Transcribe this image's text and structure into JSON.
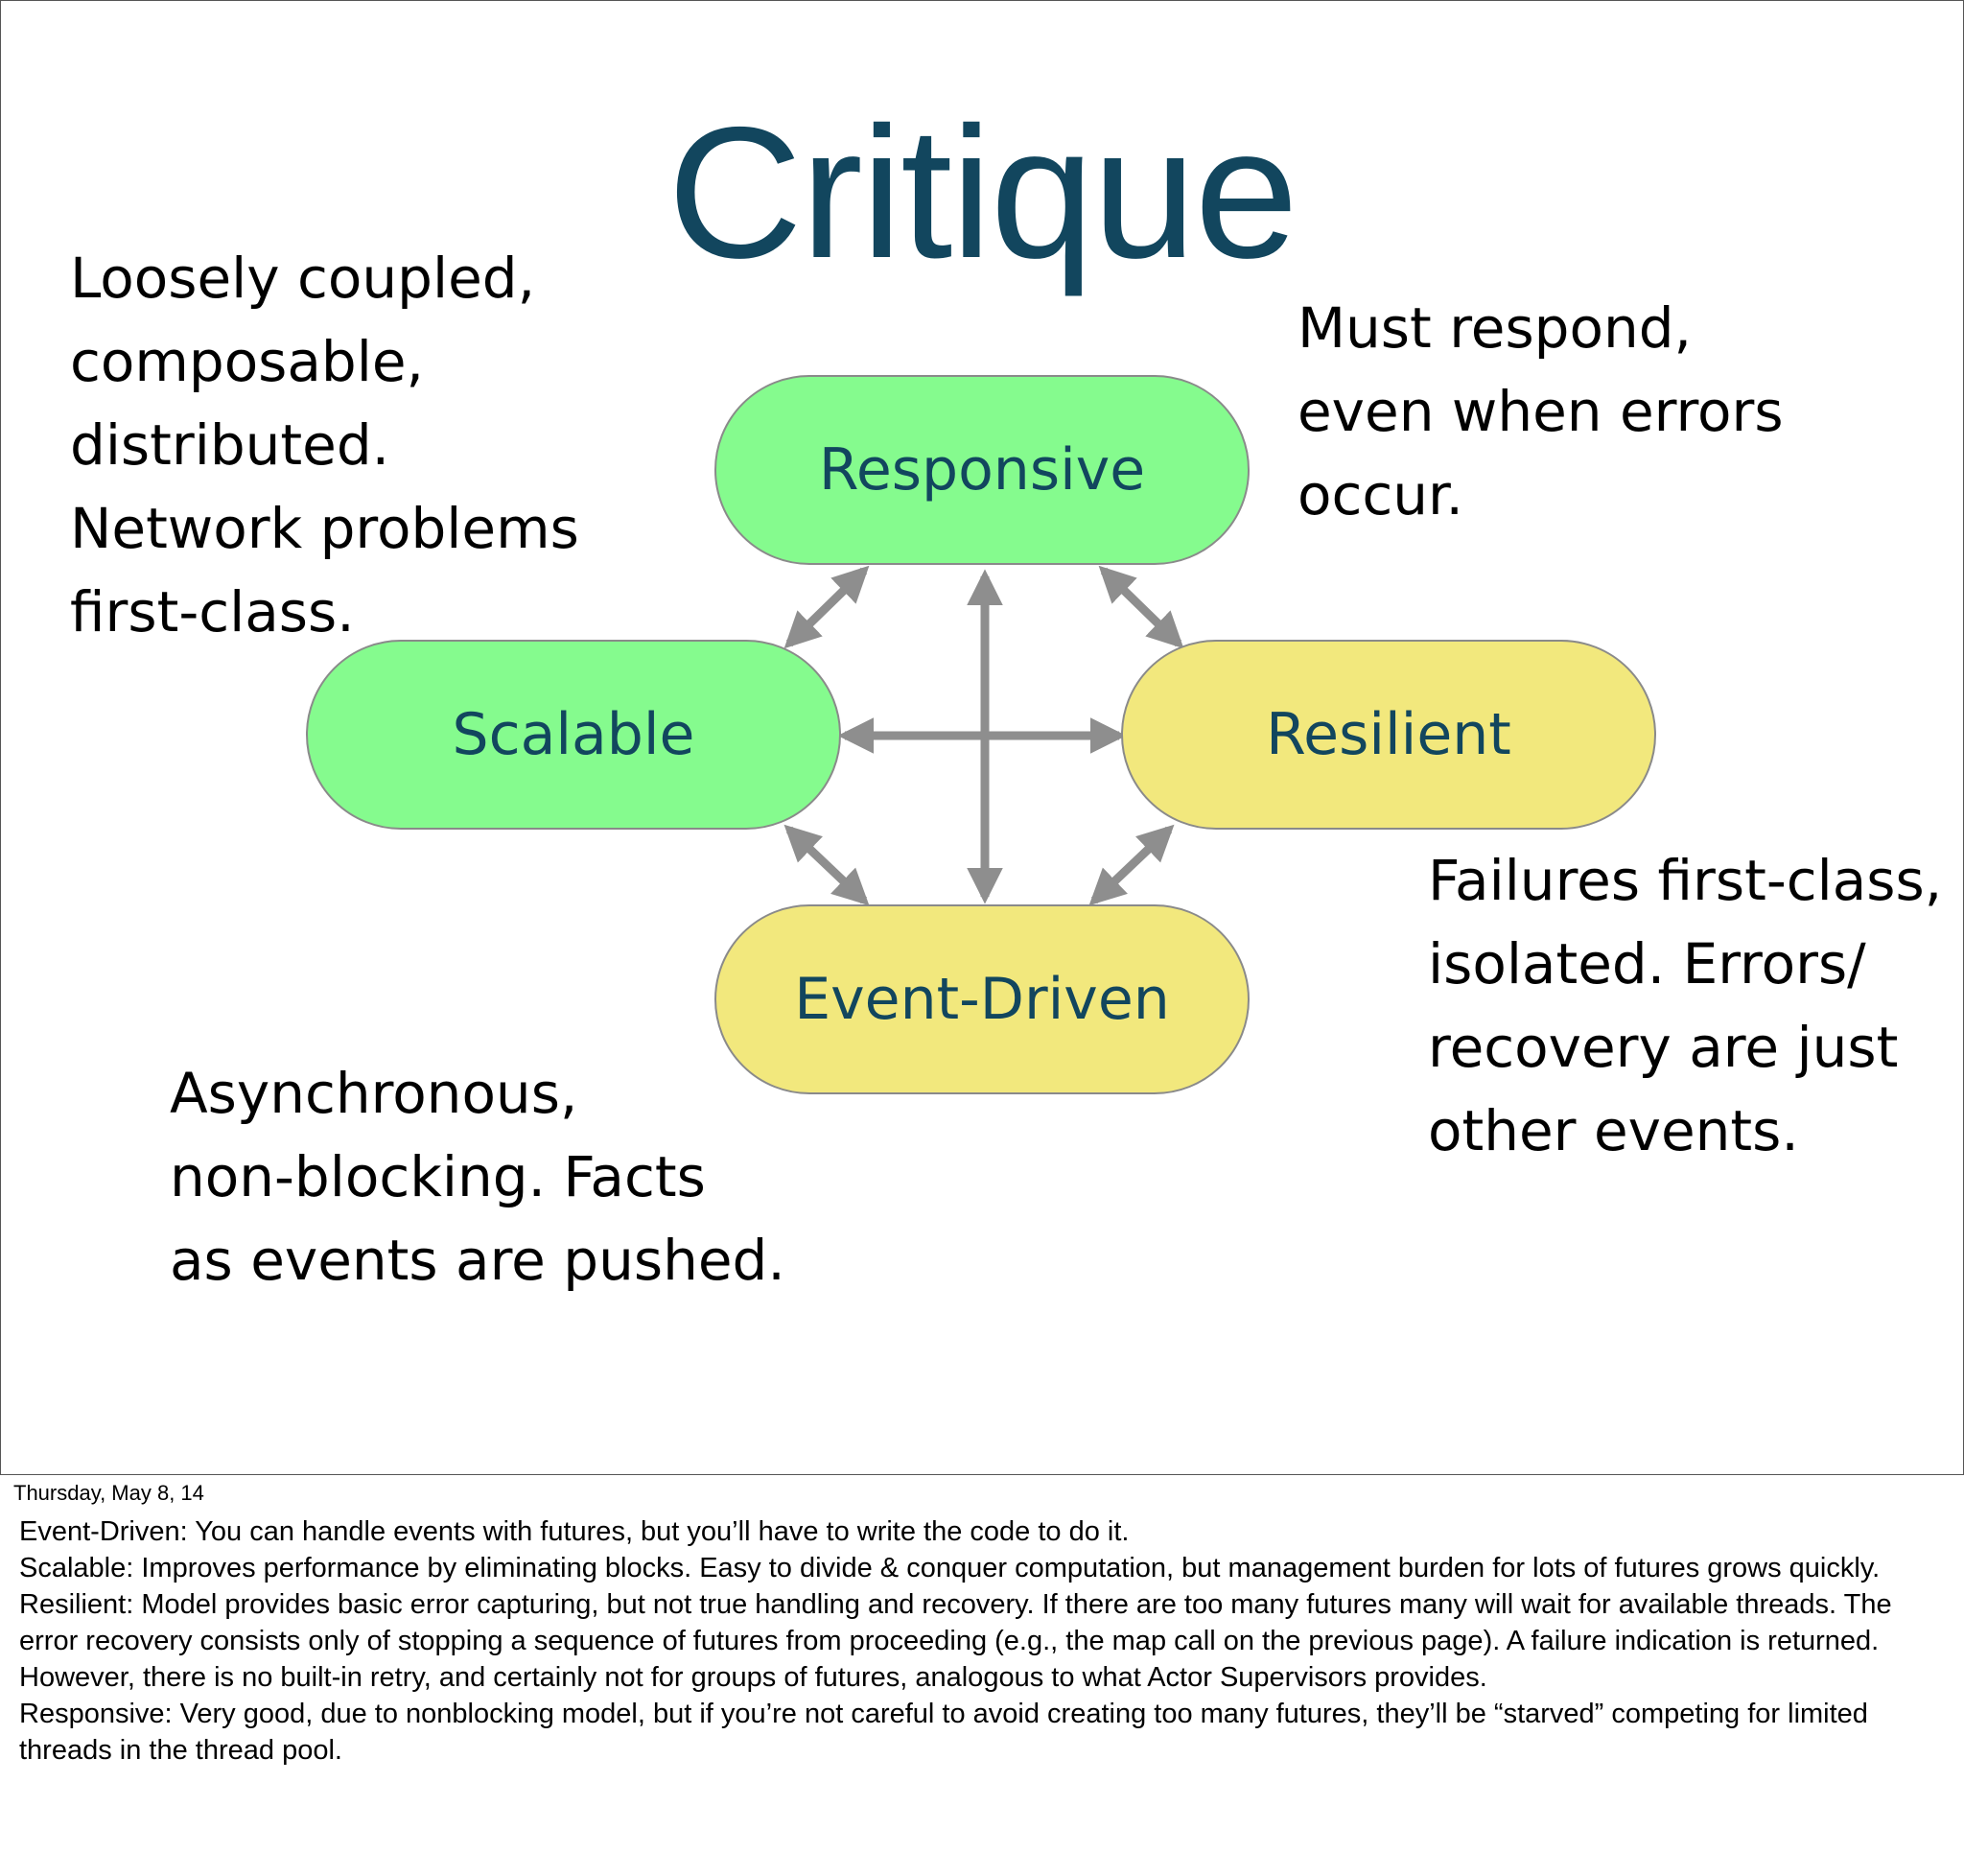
{
  "slide": {
    "title": "Critique",
    "notes": {
      "top_left": "Loosely coupled,\ncomposable,\ndistributed.\nNetwork problems\nfirst-class.",
      "top_right": "Must respond,\neven when errors\noccur.",
      "bottom_right": "Failures first-class,\nisolated. Errors/\nrecovery are just\nother events.",
      "bottom_left": "Asynchronous,\nnon-blocking. Facts\nas events are pushed."
    },
    "nodes": {
      "responsive": "Responsive",
      "scalable": "Scalable",
      "resilient": "Resilient",
      "event_driven": "Event-Driven"
    },
    "colors": {
      "title": "#12465e",
      "node_green": "#85fb8e",
      "node_yellow": "#f2e87d",
      "arrow": "#8e8e8e"
    }
  },
  "footer": {
    "date": "Thursday, May 8, 14",
    "notes": [
      "Event-Driven: You can handle events with futures, but you’ll have to write the code to do it.",
      "Scalable: Improves performance by eliminating blocks. Easy to divide & conquer computation, but management burden for lots of futures grows quickly.",
      "Resilient: Model provides basic error capturing, but not true handling and recovery. If there are too many futures many will wait for available threads. The error recovery consists only of stopping a sequence of futures from proceeding (e.g., the map call on the previous page). A failure indication is returned. However, there is no built-in retry, and certainly not for groups of futures, analogous to what Actor Supervisors provides.",
      "Responsive: Very good, due to nonblocking model, but if you’re not careful to avoid creating too many futures, they’ll be “starved” competing for limited threads in the thread pool."
    ]
  }
}
